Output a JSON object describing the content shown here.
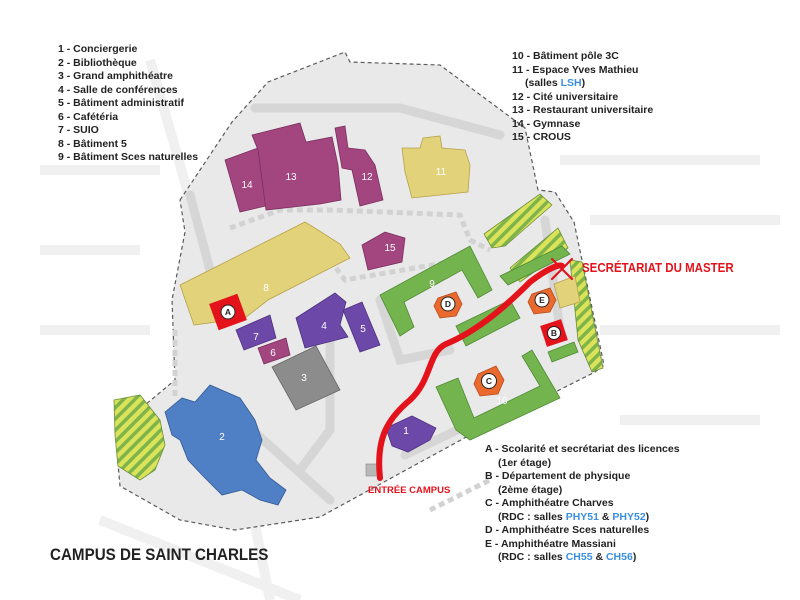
{
  "title": "CAMPUS DE SAINT CHARLES",
  "legend_left": [
    "1 - Conciergerie",
    "2 - Bibliothèque",
    "3 - Grand amphithéatre",
    "4 - Salle de conférences",
    "5 - Bâtiment administratif",
    "6 - Cafétéria",
    "7 - SUIO",
    "8 - Bâtiment 5",
    "9 - Bâtiment Sces naturelles"
  ],
  "legend_right": {
    "item10": "10 - Bâtiment pôle 3C",
    "item11": "11 - Espace Yves Mathieu",
    "item11_sub_pre": "(salles ",
    "item11_sub_room": "LSH",
    "item11_sub_post": ")",
    "item12": "12 - Cité universitaire",
    "item13": "13 - Restaurant universitaire",
    "item14": "14 - Gymnase",
    "item15": "15 - CROUS"
  },
  "legend_letters": {
    "a": "A - Scolarité et secrétariat des licences",
    "a_sub": "(1er étage)",
    "b": "B - Département de physique",
    "b_sub": "(2ème étage)",
    "c": "C - Amphithéatre Charves",
    "c_sub_pre": "(RDC : salles ",
    "c_room1": "PHY51",
    "c_amp": " & ",
    "c_room2": "PHY52",
    "c_sub_post": ")",
    "d": "D - Amphithéatre Sces naturelles",
    "e": "E - Amphithéatre Massiani",
    "e_sub_pre": "(RDC : salles ",
    "e_room1": "CH55",
    "e_amp": " & ",
    "e_room2": "CH56",
    "e_sub_post": ")"
  },
  "map_labels": {
    "secretariat": "SECRÉTARIAT DU MASTER",
    "entree": "ENTRÉE CAMPUS",
    "b1": "1",
    "b2": "2",
    "b3": "3",
    "b4": "4",
    "b5": "5",
    "b6": "6",
    "b7": "7",
    "b8": "8",
    "b9": "9",
    "b10": "10",
    "b11": "11",
    "b12": "12",
    "b13": "13",
    "b14": "14",
    "b15": "15",
    "ma": "A",
    "mb": "B",
    "mc": "C",
    "md": "D",
    "me": "E"
  },
  "colors": {
    "magenta": "#a3457e",
    "yellow": "#e2d27a",
    "purple": "#6c48a8",
    "green": "#73b44e",
    "blue": "#4f7fc4",
    "gray_building": "#8c8c8c",
    "amphi": "#ea6a2e",
    "route": "#e4131b",
    "campus": "#e9e9e9"
  }
}
